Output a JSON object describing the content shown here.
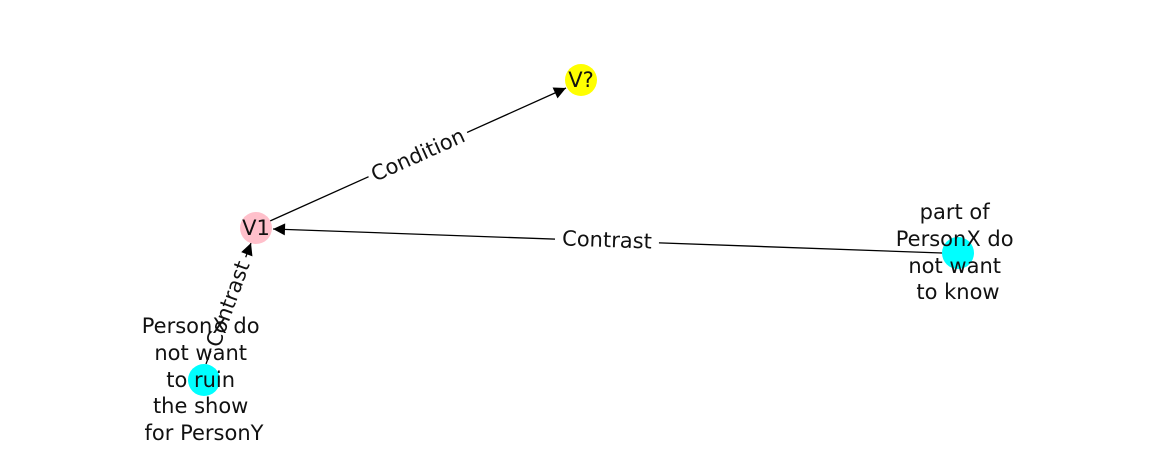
{
  "nodes": [
    {
      "id": "v_q",
      "label": "V?",
      "color": "#ffff00"
    },
    {
      "id": "v1",
      "label": "V1",
      "color": "#ffc0cb"
    },
    {
      "id": "n_part",
      "label_lines": [
        "part of",
        "PersonX do",
        "not want",
        "to know"
      ],
      "color": "#00ffff"
    },
    {
      "id": "n_ruin",
      "label_lines": [
        "PersonX do",
        "not want",
        "to ruin",
        "the show",
        "for PersonY"
      ],
      "color": "#00ffff"
    }
  ],
  "edges": [
    {
      "id": "e_condition",
      "from": "v1",
      "to": "v_q",
      "label": "Condition"
    },
    {
      "id": "e_contrast_part",
      "from": "n_part",
      "to": "v1",
      "label": "Contrast"
    },
    {
      "id": "e_contrast_ruin",
      "from": "n_ruin",
      "to": "v1",
      "label": "Contrast"
    }
  ]
}
